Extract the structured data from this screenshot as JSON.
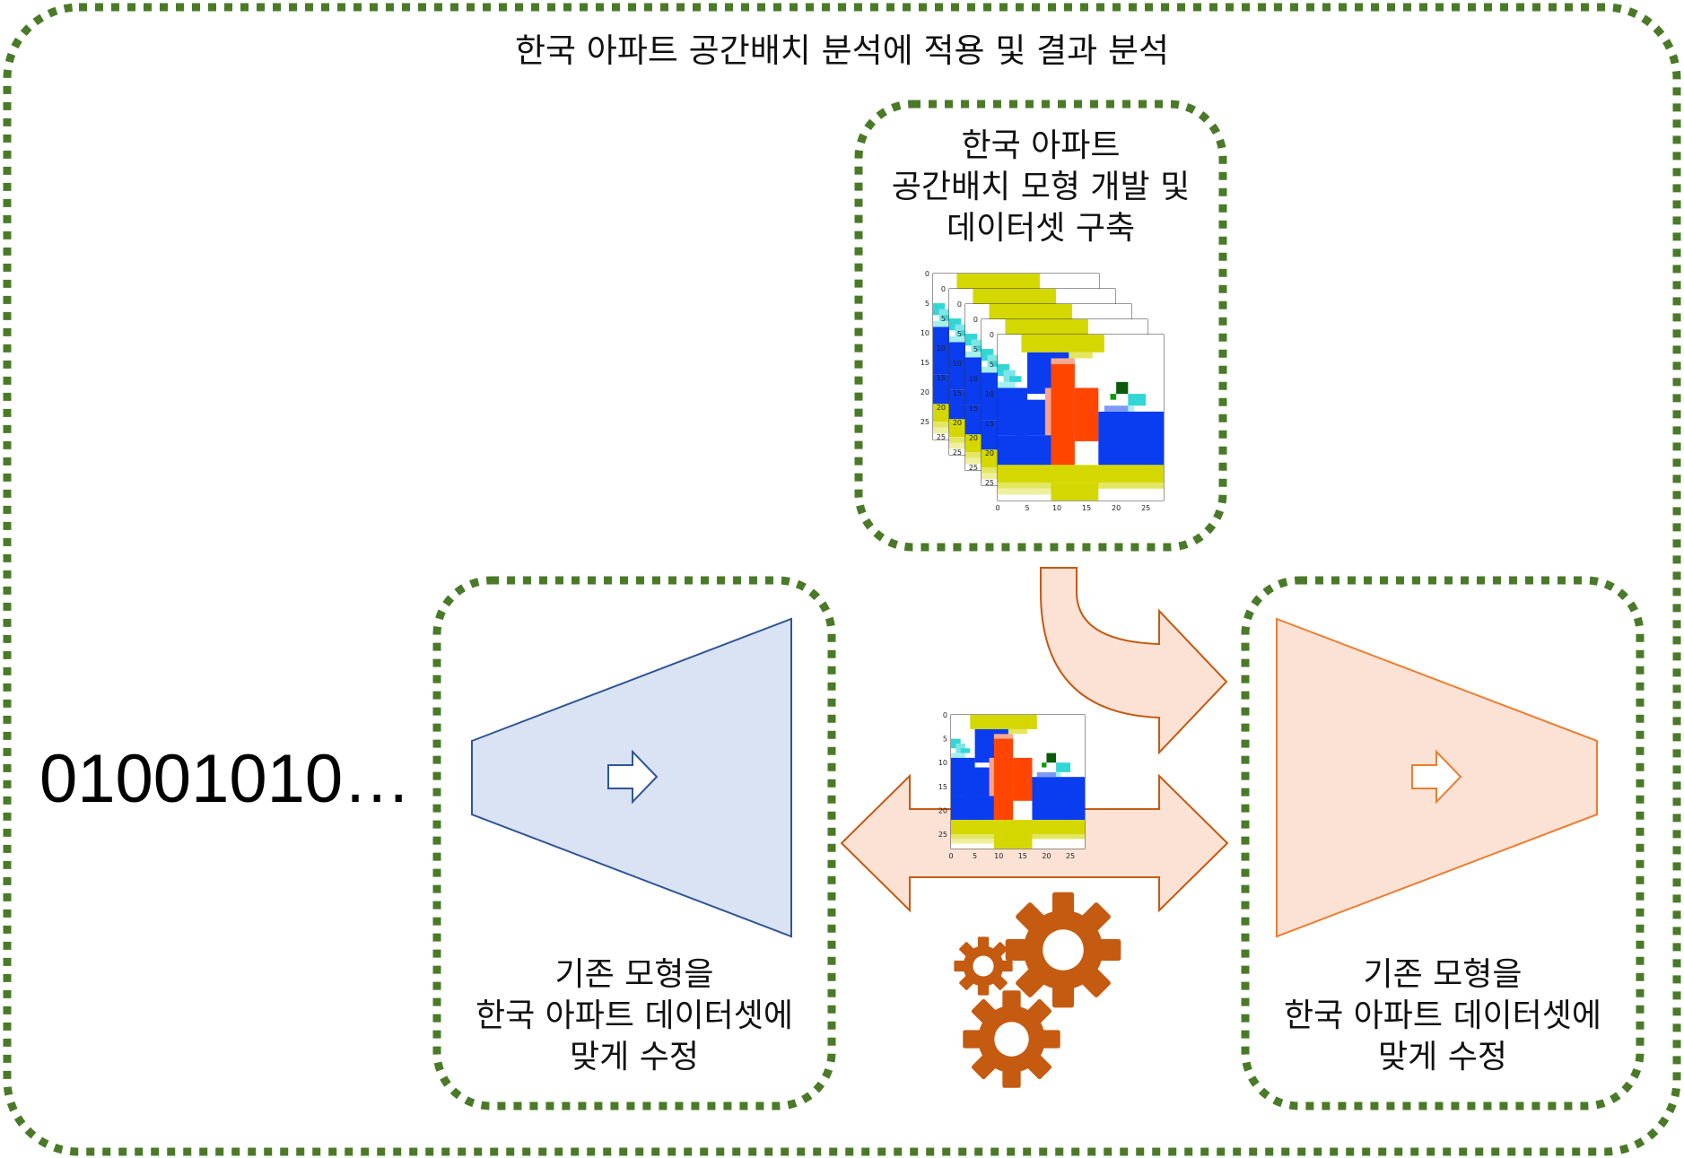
{
  "title": "한국 아파트 공간배치 분석에 적용 및 결과 분석",
  "top_box": {
    "lines": [
      "한국 아파트",
      "공간배치 모형 개발 및",
      "데이터셋 구축"
    ]
  },
  "input_code": "01001010…",
  "encoder_box": {
    "lines": [
      "기존 모형을",
      "한국 아파트 데이터셋에",
      "맞게 수정"
    ]
  },
  "decoder_box": {
    "lines": [
      "기존 모형을",
      "한국 아파트 데이터셋에",
      "맞게 수정"
    ]
  },
  "plot_ticks": {
    "x": [
      "0",
      "5",
      "10",
      "15",
      "20",
      "25"
    ],
    "y": [
      "0",
      "5",
      "10",
      "15",
      "20",
      "25"
    ]
  },
  "colors": {
    "dotted_border": "#4a7a28",
    "encoder_fill": "#dae3f3",
    "encoder_stroke": "#2f5597",
    "decoder_fill": "#fbe2d5",
    "decoder_stroke": "#ed7d31",
    "arrow_fill": "#fbe2d5",
    "arrow_stroke": "#c55a11",
    "gear": "#c55a11",
    "room_blue": "#0a3cf0",
    "room_red": "#ff4500",
    "room_yellow": "#d4d800",
    "room_cyan": "#33d6d6",
    "room_green": "#0a5a0a"
  },
  "icons": [
    "right-arrow-icon",
    "gear-icon"
  ]
}
